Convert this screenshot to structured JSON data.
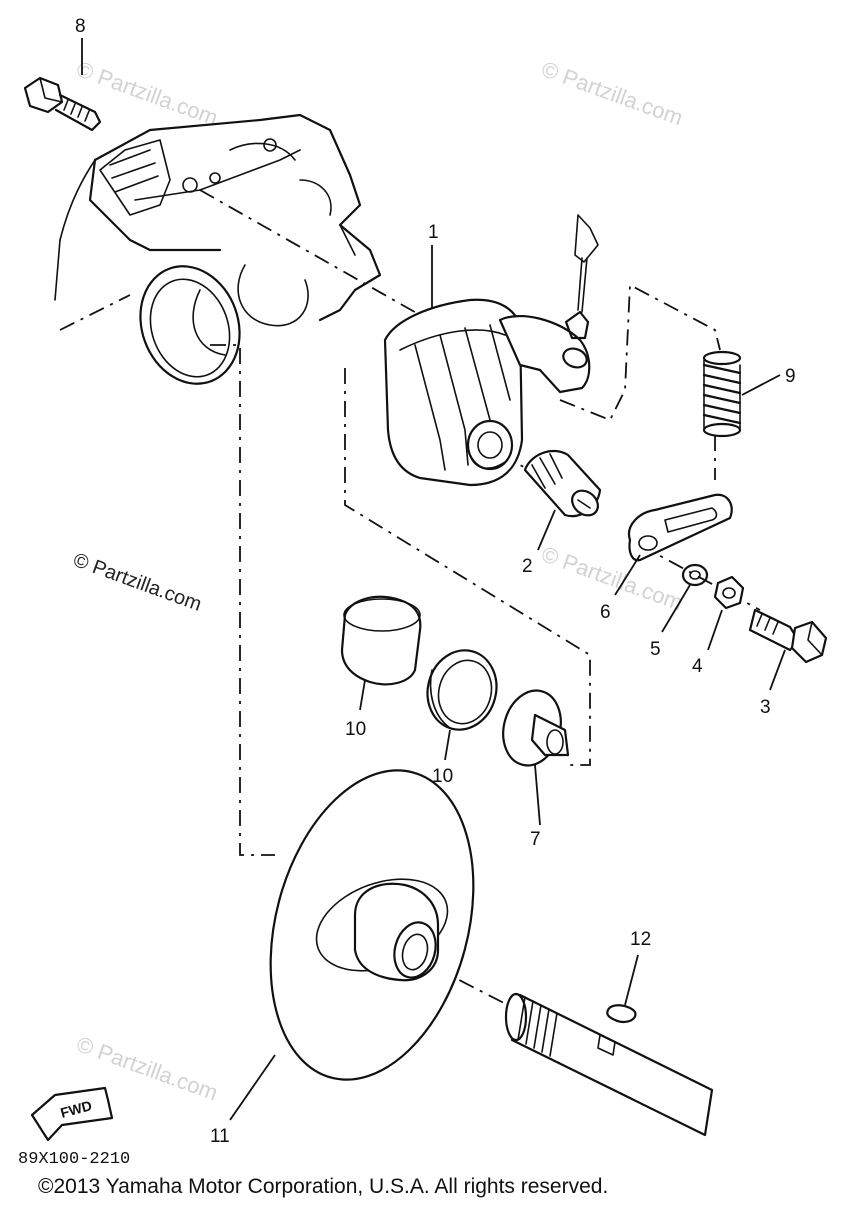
{
  "diagram": {
    "colors": {
      "ink": "#111111",
      "watermark": "#d2d2d2",
      "background": "#ffffff"
    },
    "watermark_text": "© Partzilla.com",
    "callouts": [
      "1",
      "2",
      "3",
      "4",
      "5",
      "6",
      "7",
      "8",
      "9",
      "10",
      "10",
      "11",
      "12"
    ],
    "front_arrow_label": "FWD",
    "drawing_code": "89X100-2210",
    "copyright": "©2013 Yamaha Motor Corporation, U.S.A. All rights reserved."
  }
}
